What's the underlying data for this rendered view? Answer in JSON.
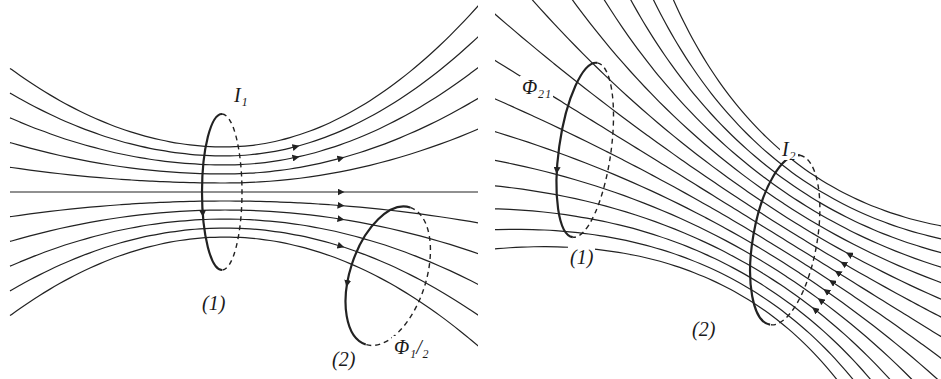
{
  "diagram": {
    "labels": [
      "I₁",
      "(1)",
      "(2)",
      "Φ₁/₂",
      "Φ₂₁",
      "(1)",
      "(2)",
      "I₂"
    ]
  }
}
